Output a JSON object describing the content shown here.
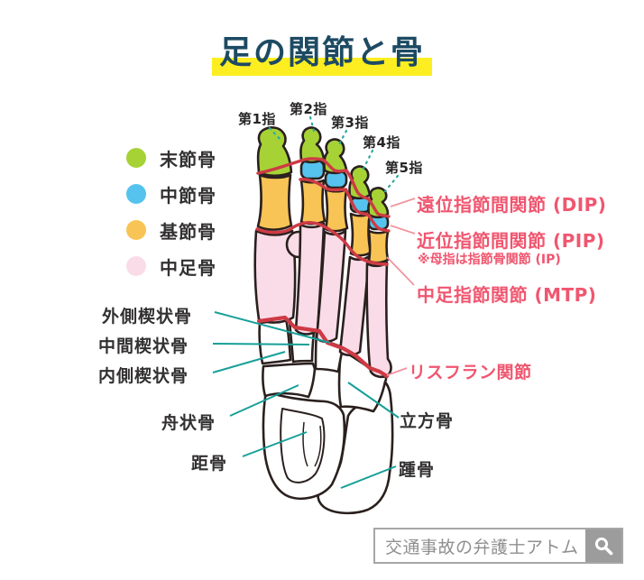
{
  "title": "足の関節と骨",
  "legend": {
    "items": [
      {
        "label": "末節骨",
        "color": "#a6d236"
      },
      {
        "label": "中節骨",
        "color": "#55c3ee"
      },
      {
        "label": "基節骨",
        "color": "#f8c455"
      },
      {
        "label": "中足骨",
        "color": "#fadce8"
      }
    ]
  },
  "toes": {
    "toe1": "第1指",
    "toe2": "第2指",
    "toe3": "第3指",
    "toe4": "第4指",
    "toe5": "第5指"
  },
  "joints": {
    "dip": "遠位指節間関節 (DIP)",
    "pip": "近位指節間関節 (PIP)",
    "ip_note": "※母指は指節骨関節 (IP)",
    "mtp": "中足指節関節 (MTP)",
    "lisfranc": "リスフラン関節"
  },
  "bones": {
    "lateral_cuneiform": "外側楔状骨",
    "intermediate_cuneiform": "中間楔状骨",
    "medial_cuneiform": "内側楔状骨",
    "navicular": "舟状骨",
    "talus": "距骨",
    "cuboid": "立方骨",
    "calcaneus": "踵骨"
  },
  "footer": {
    "brand": "交通事故の弁護士アトム",
    "icon": "search-icon"
  },
  "colors": {
    "title_text": "#1d4a63",
    "title_highlight": "#fdee21",
    "distal_phalanx_green": "#a6d236",
    "middle_phalanx_blue": "#55c3ee",
    "proximal_phalanx_orange": "#f8c455",
    "metatarsal_pink": "#fadce8",
    "joint_line_red": "#ce3a44",
    "joint_label_red": "#f0566f",
    "leader_teal": "#17a098",
    "bone_outline": "#2a201e"
  }
}
